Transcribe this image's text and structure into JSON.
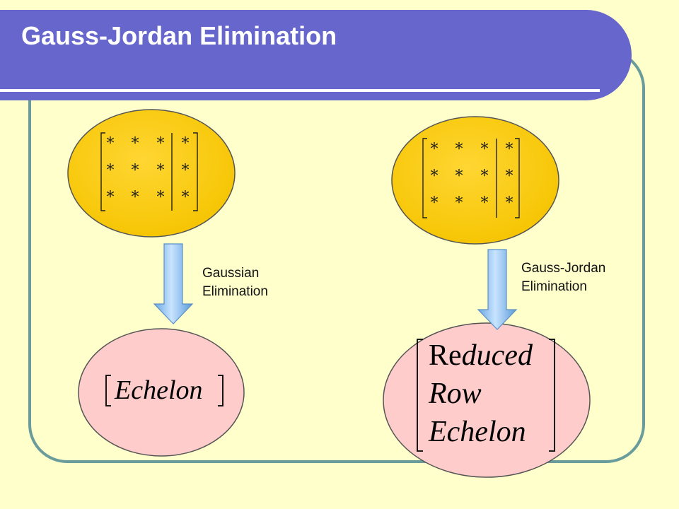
{
  "slide": {
    "title": "Gauss-Jordan Elimination"
  },
  "left_branch": {
    "label_line1": "Gaussian",
    "label_line2": "Elimination",
    "result": "Echelon"
  },
  "right_branch": {
    "label_line1": "Gauss-Jordan",
    "label_line2": "Elimination",
    "result_line1_upright": "Re",
    "result_line1_italic": "duced",
    "result_line2": "Row",
    "result_line3": "Echelon"
  },
  "matrix_entry": "*",
  "colors": {
    "background": "#ffffcc",
    "title_bar": "#6666cc",
    "frame": "#6a9c9c",
    "matrix_oval": "#ffcc00",
    "result_oval": "#ffcccc",
    "arrow": "#99ccff"
  }
}
